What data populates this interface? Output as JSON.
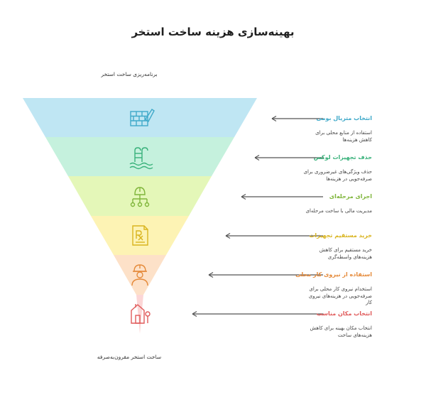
{
  "title": "بهینه‌سازی هزینه ساخت استخر",
  "top_label": "برنامه‌ریزی ساخت استخر",
  "bottom_label": "ساخت استخر مقرون‌به‌صرفه",
  "items": [
    {
      "title": "انتخاب متریال بومی",
      "desc": "استفاده از منابع محلی برای کاهش هزینه‌ها",
      "icon": "brick-wall-trowel-icon",
      "fill": "#bfe6f3",
      "accent": "#3fa9c9"
    },
    {
      "title": "حذف تجهیزات لوکس",
      "desc": "حذف ویژگی‌های غیرضروری برای صرفه‌جویی در هزینه‌ها",
      "icon": "pool-ladder-icon",
      "fill": "#c5f1dd",
      "accent": "#38b17a"
    },
    {
      "title": "اجرای مرحله‌ای",
      "desc": "مدیریت مالی با ساخت مرحله‌ای",
      "icon": "phased-hierarchy-icon",
      "fill": "#e4f7b8",
      "accent": "#7fb53a"
    },
    {
      "title": "خرید مستقیم تجهیزات",
      "desc": "خرید مستقیم برای کاهش هزینه‌های واسطه‌گری",
      "icon": "prescription-receipt-icon",
      "fill": "#fdf3b4",
      "accent": "#d9b41f"
    },
    {
      "title": "استفاده از نیروی کار محلی",
      "desc": "استخدام نیروی کار محلی برای صرفه‌جویی در هزینه‌های نیروی کار",
      "icon": "construction-worker-icon",
      "fill": "#fde1c8",
      "accent": "#e58a3a"
    },
    {
      "title": "انتخاب مکان مناسب",
      "desc": "انتخاب مکان بهینه برای کاهش هزینه‌های ساخت",
      "icon": "house-location-icon",
      "fill": "#fcd6d6",
      "accent": "#e05a5a"
    }
  ]
}
